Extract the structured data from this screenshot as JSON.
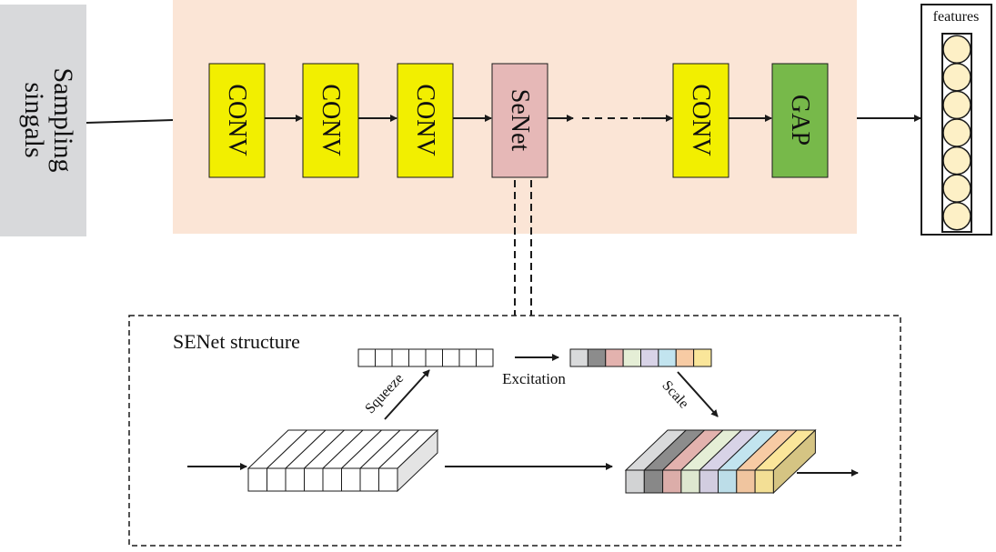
{
  "input": {
    "label_line1": "Sampling",
    "label_line2": "singals"
  },
  "pipeline": {
    "blocks": [
      {
        "label": "CONV",
        "kind": "conv"
      },
      {
        "label": "CONV",
        "kind": "conv"
      },
      {
        "label": "CONV",
        "kind": "conv"
      },
      {
        "label": "SeNet",
        "kind": "senet"
      },
      {
        "label": "CONV",
        "kind": "conv"
      },
      {
        "label": "GAP",
        "kind": "gap"
      }
    ]
  },
  "output": {
    "label": "features",
    "node_count": 7
  },
  "senet": {
    "title": "SENet structure",
    "labels": {
      "squeeze": "Squeeze",
      "excitation": "Excitation",
      "scale": "Scale"
    },
    "channel_count": 8,
    "channel_colors": [
      "#d9dadb",
      "#8c8c8c",
      "#e3b2ae",
      "#e5eed6",
      "#d8d3e7",
      "#c2e4ef",
      "#f7cba4",
      "#fae69a"
    ]
  },
  "colors": {
    "input_bg": "#d8d9db",
    "pipeline_bg": "#fbe5d6",
    "conv": "#f2ef00",
    "senet": "#e6b8b7",
    "gap": "#77b94a",
    "feature_node": "#fdf0c6",
    "stroke": "#1a1a1a"
  }
}
